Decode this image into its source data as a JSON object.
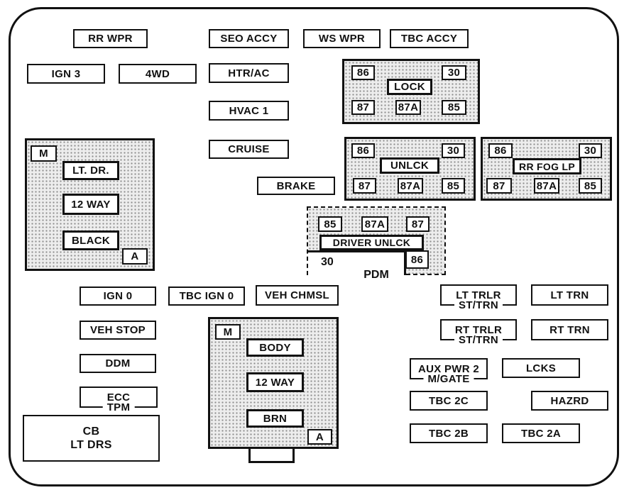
{
  "fuses": {
    "rr_wpr": "RR WPR",
    "seo_accy": "SEO ACCY",
    "ws_wpr": "WS WPR",
    "tbc_accy": "TBC ACCY",
    "ign_3": "IGN 3",
    "fourwd": "4WD",
    "htr_ac": "HTR/AC",
    "hvac_1": "HVAC 1",
    "cruise": "CRUISE",
    "brake": "BRAKE",
    "ign_0": "IGN 0",
    "tbc_ign_0": "TBC IGN 0",
    "veh_chmsl": "VEH CHMSL",
    "veh_stop": "VEH STOP",
    "ddm": "DDM",
    "ecc_tpm": {
      "top": "ECC",
      "bottom": "TPM"
    },
    "cb": {
      "line1": "CB",
      "line2": "LT DRS"
    },
    "lt_trlr": {
      "top": "LT TRLR",
      "bottom": "ST/TRN"
    },
    "rt_trlr": {
      "top": "RT TRLR",
      "bottom": "ST/TRN"
    },
    "lt_trn": "LT TRN",
    "rt_trn": "RT TRN",
    "aux_pwr": {
      "top": "AUX PWR 2",
      "bottom": "M/GATE"
    },
    "lcks": "LCKS",
    "tbc_2c": "TBC 2C",
    "hazrd": "HAZRD",
    "tbc_2b": "TBC 2B",
    "tbc_2a": "TBC 2A"
  },
  "relays": {
    "lock": {
      "name": "LOCK",
      "top": [
        "86",
        "30"
      ],
      "bottom": [
        "87",
        "87A",
        "85"
      ]
    },
    "unlck": {
      "name": "UNLCK",
      "top": [
        "86",
        "30"
      ],
      "bottom": [
        "87",
        "87A",
        "85"
      ]
    },
    "rr_fog_lp": {
      "name": "RR FOG LP",
      "top": [
        "86",
        "30"
      ],
      "bottom": [
        "87",
        "87A",
        "85"
      ]
    },
    "driver_unlck": {
      "name": "DRIVER UNLCK",
      "module": "PDM",
      "top": [
        "85",
        "87A",
        "87"
      ],
      "bottom_left": "30",
      "bottom_right": "86"
    }
  },
  "connectors": {
    "left": {
      "m": "M",
      "slots": [
        "LT. DR.",
        "12 WAY",
        "BLACK"
      ],
      "a": "A"
    },
    "center": {
      "m": "M",
      "slots": [
        "BODY",
        "12 WAY",
        "BRN"
      ],
      "a": "A"
    }
  }
}
